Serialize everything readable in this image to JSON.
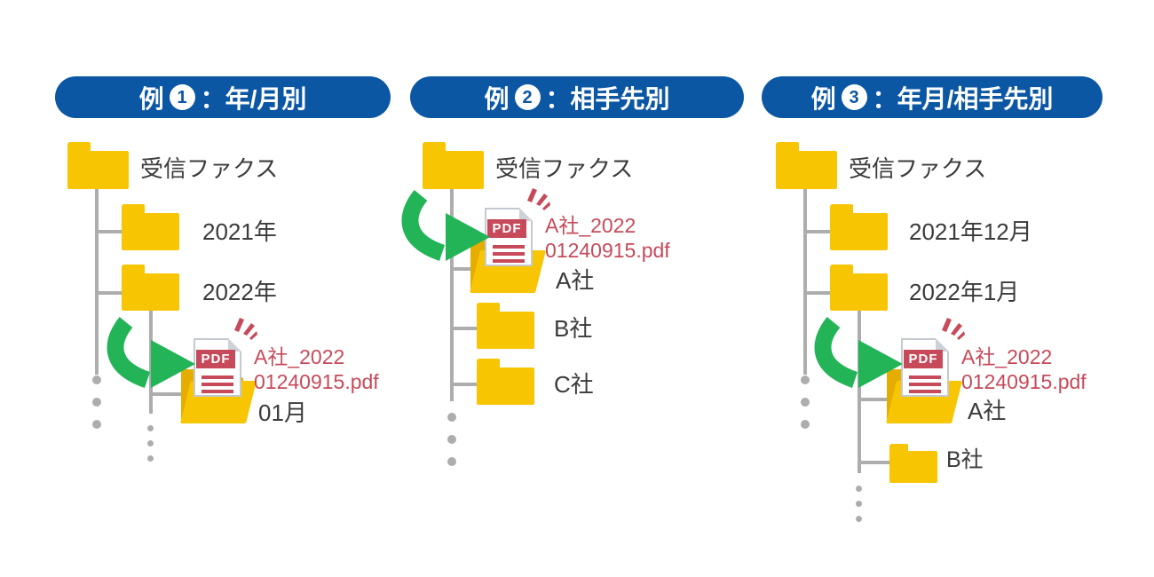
{
  "colors": {
    "pill_blue": "#0b57a4",
    "folder_yellow": "#f8c502",
    "folder_open_back": "#e5ad00",
    "arrow_green": "#22b457",
    "pdf_red": "#c64a5a",
    "line_gray": "#adadad",
    "label_dark": "#3b3b3b"
  },
  "icons": {
    "folder": "css folder shape (yellow rect with tab)",
    "open_folder": "css open folder (back rect + skewed front flap)",
    "pdf_file": "css white page, gray fold corner, red PDF band and text lines",
    "curved_arrow": "svg green swoosh arrow pointing right",
    "emphasis_burst": "svg three red emphasis wedges",
    "ellipsis": "css vertical gray dots"
  },
  "examples": [
    {
      "pill": {
        "prefix": "例",
        "number": "1",
        "title": "：年/月別"
      },
      "root": "受信ファクス",
      "folders": [
        "2021年",
        "2022年"
      ],
      "pdf": {
        "badge": "PDF",
        "name_line1": "A社_2022",
        "name_line2": "01240915.pdf"
      },
      "target_folder": "01月"
    },
    {
      "pill": {
        "prefix": "例",
        "number": "2",
        "title": "：相手先別"
      },
      "root": "受信ファクス",
      "pdf": {
        "badge": "PDF",
        "name_line1": "A社_2022",
        "name_line2": "01240915.pdf"
      },
      "target_folder": "A社",
      "folders": [
        "B社",
        "C社"
      ]
    },
    {
      "pill": {
        "prefix": "例",
        "number": "3",
        "title": "：年月/相手先別"
      },
      "root": "受信ファクス",
      "folders": [
        "2021年12月",
        "2022年1月"
      ],
      "pdf": {
        "badge": "PDF",
        "name_line1": "A社_2022",
        "name_line2": "01240915.pdf"
      },
      "target_folder": "A社",
      "sibling_folders": [
        "B社"
      ]
    }
  ]
}
